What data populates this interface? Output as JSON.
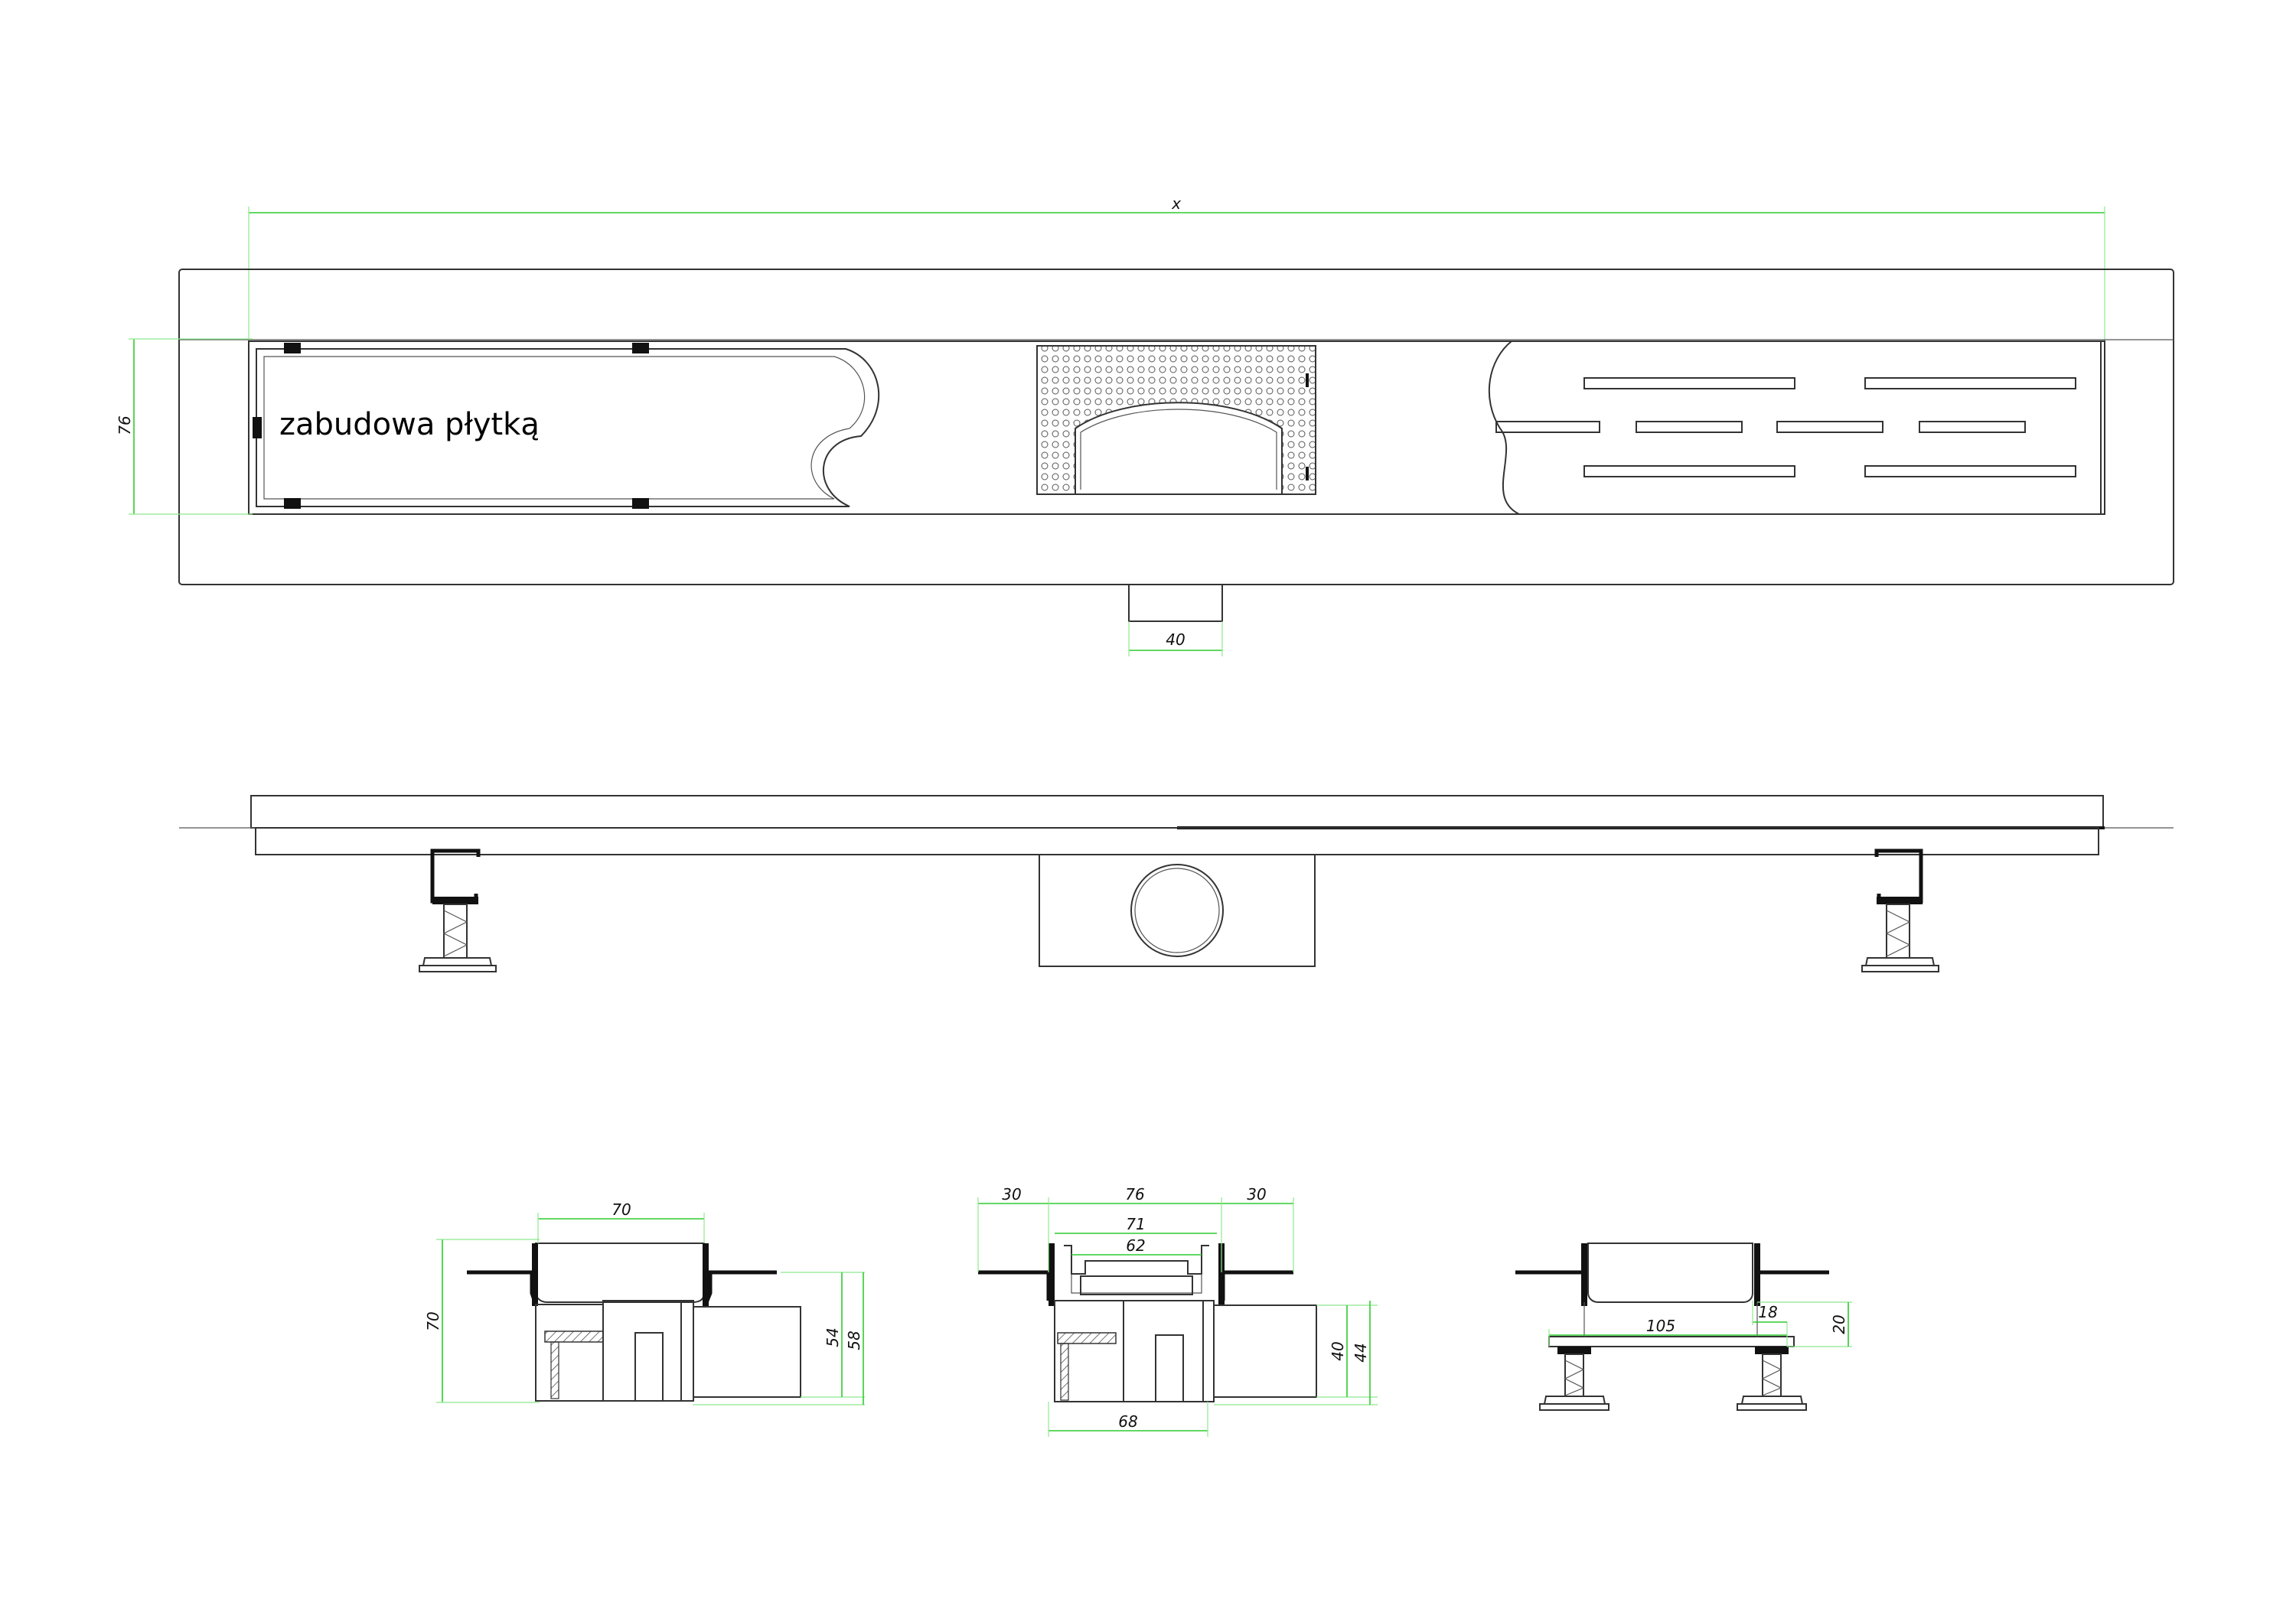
{
  "label_tile": "zabudowa płytką",
  "top_view": {
    "length_label": "x",
    "width_label": "76",
    "outlet_label": "40"
  },
  "section_left": {
    "width": "70",
    "height": "70",
    "dim_a": "54",
    "dim_b": "58"
  },
  "section_middle": {
    "left_flange": "30",
    "top_width": "76",
    "right_flange": "30",
    "inner_width": "71",
    "grate_width": "62",
    "dim_a": "40",
    "dim_b": "44",
    "bottom_width": "68"
  },
  "section_right": {
    "span": "105",
    "foot_width": "18",
    "height": "20"
  },
  "colors": {
    "line": "#333333",
    "dimension": "#2ecc2e",
    "solid": "#111111"
  }
}
